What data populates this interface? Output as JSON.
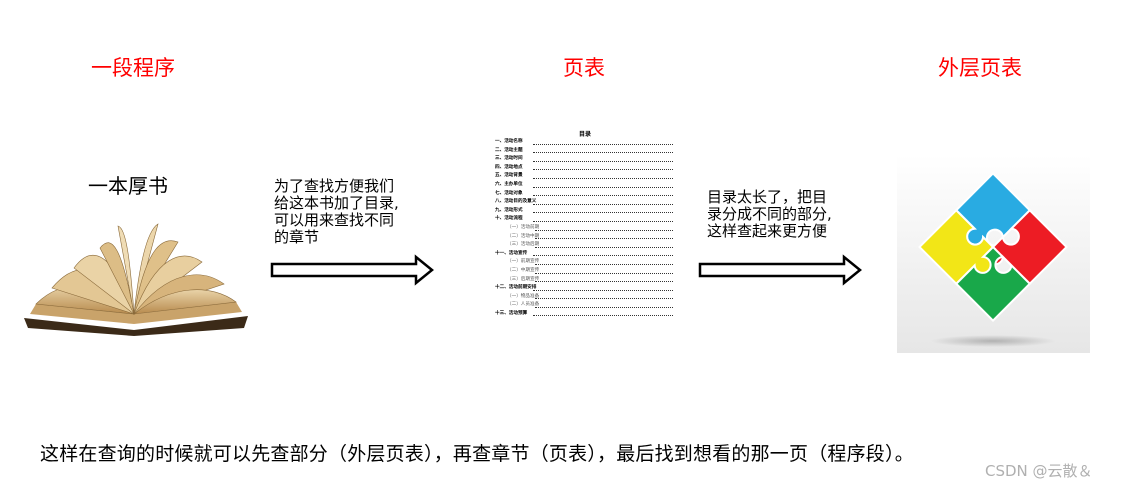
{
  "titles": {
    "program": "一段程序",
    "page_table": "页表",
    "outer_page_table": "外层页表"
  },
  "book_label": "一本厚书",
  "notes": {
    "first": [
      "为了查找方便我们",
      "给这本书加了目录,",
      "可以用来查找不同",
      "的章节"
    ],
    "second": [
      "目录太长了，把目",
      "录分成不同的部分,",
      "这样查起来更方便"
    ]
  },
  "toc": {
    "heading": "目录",
    "rows": [
      {
        "text": "一、活动名称",
        "level": 0
      },
      {
        "text": "二、活动主题",
        "level": 0
      },
      {
        "text": "三、活动时间",
        "level": 0
      },
      {
        "text": "四、活动地点",
        "level": 0
      },
      {
        "text": "五、活动背景",
        "level": 0
      },
      {
        "text": "六、主办单位",
        "level": 0
      },
      {
        "text": "七、活动对象",
        "level": 0
      },
      {
        "text": "八、活动目的及意义",
        "level": 0
      },
      {
        "text": "九、活动形式",
        "level": 0
      },
      {
        "text": "十、活动流程",
        "level": 0
      },
      {
        "text": "（一）活动前期",
        "level": 1
      },
      {
        "text": "（二）活动中期",
        "level": 1
      },
      {
        "text": "（三）活动后期",
        "level": 1
      },
      {
        "text": "十一、活动宣传",
        "level": 0
      },
      {
        "text": "（一）前期宣传",
        "level": 1
      },
      {
        "text": "（二）中期宣传",
        "level": 1
      },
      {
        "text": "（三）后期宣传",
        "level": 1
      },
      {
        "text": "十二、活动前期安排",
        "level": 0
      },
      {
        "text": "（一）物品准备",
        "level": 1
      },
      {
        "text": "（二）人员准备",
        "level": 1
      },
      {
        "text": "十三、活动预算",
        "level": 0
      }
    ]
  },
  "bottom_text": "这样在查询的时候就可以先查部分（外层页表），再查章节（页表），最后找到想看的那一页（程序段）。",
  "watermark": "CSDN @云散＆",
  "colors": {
    "title_red": "#ff0000",
    "puzzle_blue": "#29abe2",
    "puzzle_red": "#ed1c24",
    "puzzle_green": "#19a84a",
    "puzzle_yellow": "#f2e617"
  }
}
